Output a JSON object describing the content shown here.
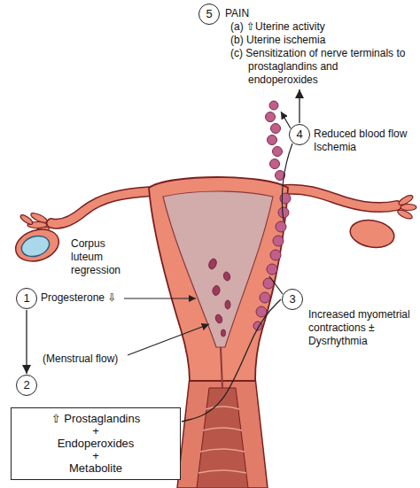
{
  "diagram": {
    "nodes": [
      {
        "text": [
          "5",
          "PAIN",
          "(a) ⇧Uterine activity",
          "(b) Uterine ischemia",
          "(c) Sensitization of nerve terminals to prostaglandins and endoperoxides"
        ]
      },
      {
        "text": [
          "4",
          "Reduced blood flow Ischemia"
        ]
      },
      {
        "text": [
          "1",
          "Progesterone ⇩"
        ]
      },
      {
        "text": [
          "3",
          "Increased myometrial contractions ± Dysrhythmia"
        ]
      },
      {
        "text": [
          "2"
        ]
      },
      {
        "text": [
          "⇧ Prostaglandins",
          "+",
          "Endoperoxides",
          "+",
          "Metabolite"
        ]
      }
    ],
    "edges": [
      {
        "from": 1,
        "to": 0,
        "arrow": "to"
      },
      {
        "from": 2,
        "to": 4,
        "arrow": "to"
      },
      {
        "from": 5,
        "to": 3,
        "arrow": "none"
      }
    ],
    "labels": [
      "Corpus luteum regression",
      "(Menstrual flow)"
    ]
  }
}
